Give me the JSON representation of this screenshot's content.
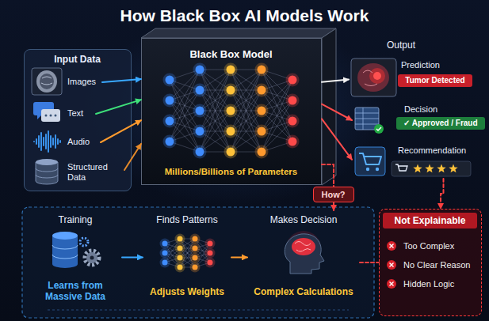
{
  "diagram": {
    "title": "How Black Box AI Models Work",
    "nodes": [
      {
        "text": [
          "Input Data"
        ]
      },
      {
        "text": [
          "Images"
        ],
        "in": 0
      },
      {
        "text": [
          "Text"
        ],
        "in": 0
      },
      {
        "text": [
          "Audio"
        ],
        "in": 0
      },
      {
        "text": [
          "Structured Data"
        ],
        "in": 0
      },
      {
        "text": [
          "Black Box Model",
          "Millions/Billions of Parameters"
        ]
      },
      {
        "text": [
          "Prediction",
          "Tumor Detected"
        ]
      },
      {
        "text": [
          "Decision",
          "✓ Approved / Fraud"
        ]
      },
      {
        "text": [
          "Recommendation"
        ]
      },
      {
        "text": [
          "How?"
        ]
      },
      {
        "text": [
          "Training",
          "Learns from Massive Data"
        ]
      },
      {
        "text": [
          "Finds Patterns",
          "Adjusts Weights"
        ]
      },
      {
        "text": [
          "Makes Decision",
          "Complex Calculations"
        ]
      },
      {
        "text": [
          "Not Explainable",
          "Too Complex",
          "No Clear Reason",
          "Hidden Logic"
        ]
      }
    ],
    "edges": [
      {
        "from": 1,
        "to": 5,
        "arrow": "to"
      },
      {
        "from": 2,
        "to": 5,
        "arrow": "to"
      },
      {
        "from": 3,
        "to": 5,
        "arrow": "to"
      },
      {
        "from": 4,
        "to": 5,
        "arrow": "to"
      },
      {
        "from": 5,
        "to": 6,
        "arrow": "to"
      },
      {
        "from": 5,
        "to": 7,
        "arrow": "to"
      },
      {
        "from": 5,
        "to": 8,
        "arrow": "to"
      },
      {
        "from": 5,
        "to": 9,
        "arrow": "none"
      },
      {
        "from": 9,
        "to": 12,
        "arrow": "to"
      },
      {
        "from": 8,
        "to": 13,
        "arrow": "to"
      },
      {
        "from": 12,
        "to": 13,
        "arrow": "none"
      },
      {
        "from": 10,
        "to": 11,
        "arrow": "to"
      },
      {
        "from": 11,
        "to": 12,
        "arrow": "to"
      }
    ],
    "labels": [
      "Output"
    ]
  }
}
